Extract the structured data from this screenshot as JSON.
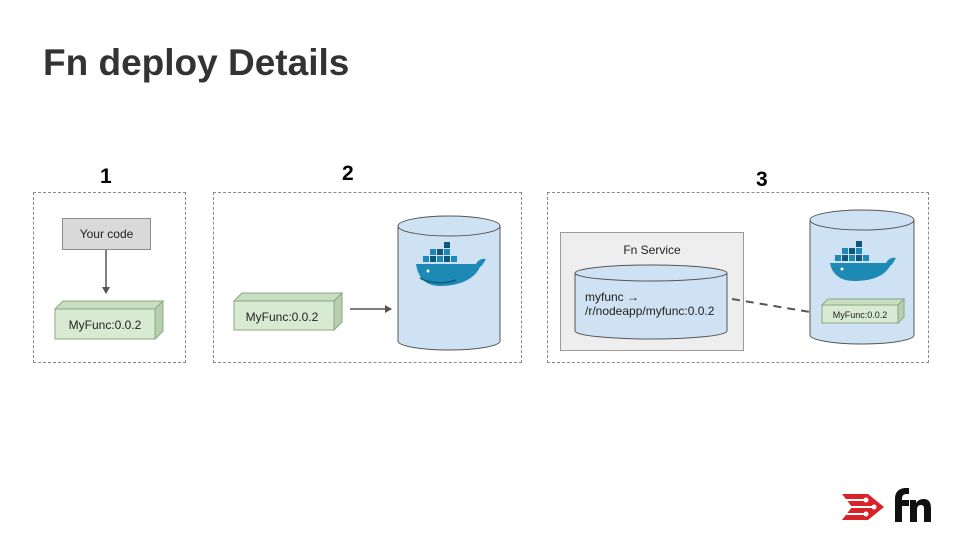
{
  "slide": {
    "title": "Fn deploy Details"
  },
  "steps": [
    {
      "number": "1",
      "code_label": "Your code",
      "image_label": "MyFunc:0.0.2"
    },
    {
      "number": "2",
      "image_label": "MyFunc:0.0.2"
    },
    {
      "number": "3",
      "service_label": "Fn Service",
      "route_line1": "myfunc →",
      "route_line2": "/r/nodeapp/myfunc:0.0.2",
      "registry_image_label": "MyFunc:0.0.2"
    }
  ],
  "icons": {
    "registry": "docker-whale-icon",
    "logo": "fn-logo-icon"
  },
  "colors": {
    "image_box_face": "#d9ead3",
    "image_box_side": "#b7cfae",
    "cylinder_fill": "#cfe2f3",
    "docker_blue": "#1d8ab6",
    "docker_dark": "#10577a",
    "logo_red": "#d8232a"
  }
}
